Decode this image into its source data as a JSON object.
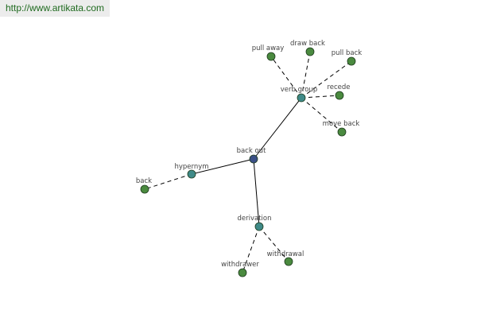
{
  "source": {
    "url_text": "http://www.artikata.com"
  },
  "colors": {
    "root": "#3a4f86",
    "relation": "#3f8a88",
    "word": "#4a8a3f"
  },
  "graph": {
    "root": "back out",
    "relations": [
      {
        "label": "verb group",
        "words": [
          "pull away",
          "draw back",
          "pull back",
          "recede",
          "move back"
        ]
      },
      {
        "label": "hypernym",
        "words": [
          "back"
        ]
      },
      {
        "label": "derivation",
        "words": [
          "withdrawer",
          "withdrawal"
        ]
      }
    ]
  }
}
